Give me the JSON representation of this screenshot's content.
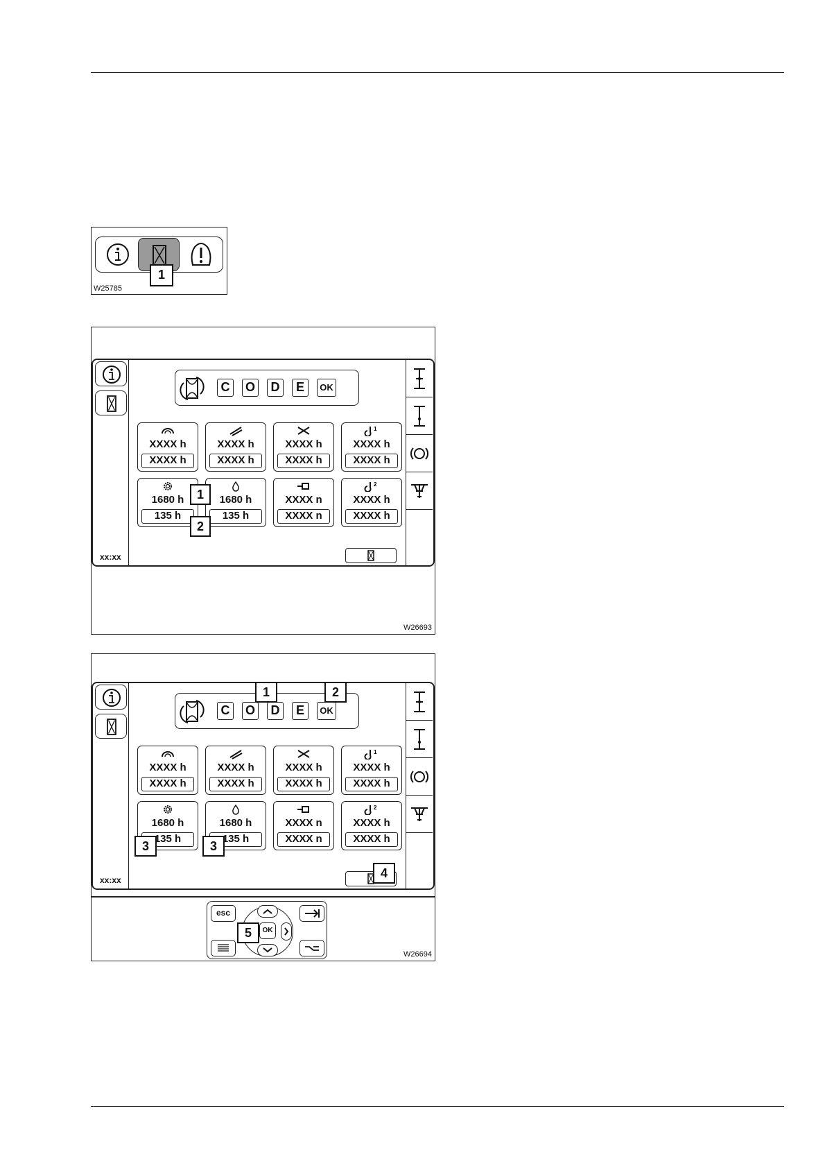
{
  "figures": {
    "fig1": {
      "id": "W25785",
      "tabs": [
        {
          "name": "info-tab",
          "icon": "info-icon"
        },
        {
          "name": "hourglass-tab",
          "icon": "hourglass-icon",
          "selected": true
        },
        {
          "name": "warning-tab",
          "icon": "warning-icon"
        }
      ],
      "callouts": [
        "1"
      ]
    },
    "fig2": {
      "id": "W26693",
      "callouts": [
        "1",
        "2"
      ]
    },
    "fig3": {
      "id": "W26694",
      "callouts": [
        "1",
        "2",
        "3",
        "3",
        "4",
        "5"
      ]
    }
  },
  "screen": {
    "code_keys": [
      "C",
      "O",
      "D",
      "E",
      "OK"
    ],
    "clock": "xx:xx",
    "tiles": [
      {
        "icon": "slewing-icon",
        "value": "XXXX h",
        "limit": "XXXX h"
      },
      {
        "icon": "telescope-icon",
        "value": "XXXX h",
        "limit": "XXXX h"
      },
      {
        "icon": "derrick-icon",
        "value": "XXXX h",
        "limit": "XXXX h"
      },
      {
        "icon": "hoist-1-icon",
        "value": "XXXX h",
        "limit": "XXXX h"
      },
      {
        "icon": "gear-icon",
        "value": "1680 h",
        "limit": "135 h"
      },
      {
        "icon": "oil-drop-icon",
        "value": "1680 h",
        "limit": "135 h"
      },
      {
        "icon": "engine-icon",
        "value": "XXXX n",
        "limit": "XXXX n"
      },
      {
        "icon": "hoist-2-icon",
        "value": "XXXX h",
        "limit": "XXXX h"
      }
    ],
    "side_icons": [
      "boom-length-icon",
      "boom-extend-icon",
      "brake-icon",
      "outrigger-icon"
    ]
  },
  "keypad": {
    "esc": "esc",
    "ok": "OK",
    "keys": [
      "up-arrow-icon",
      "down-arrow-icon",
      "right-arrow-icon",
      "tab-icon",
      "menu-icon",
      "toggle-icon"
    ]
  }
}
